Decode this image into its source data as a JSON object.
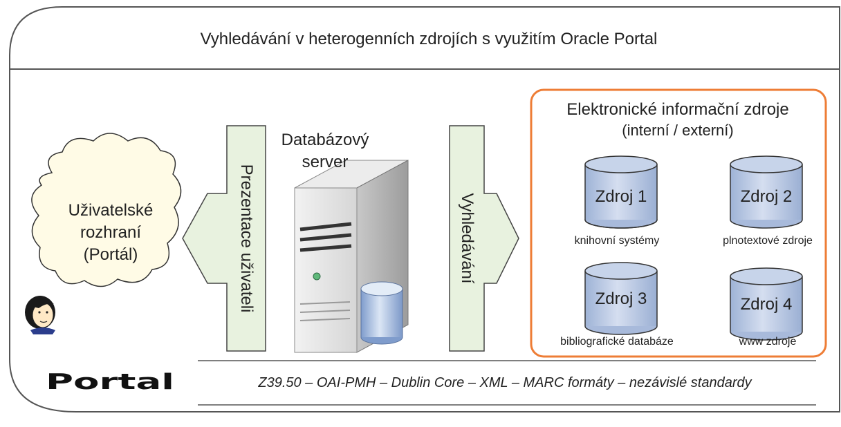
{
  "title": "Vyhledávání v heterogenních zdrojích s využitím Oracle Portal",
  "user_interface": {
    "line1": "Uživatelské",
    "line2": "rozhraní",
    "line3": "(Portál)"
  },
  "presentation_label": "Prezentace uživateli",
  "server_label": {
    "line1": "Databázový",
    "line2": "server"
  },
  "search_label": "Vyhledávání",
  "sources_panel": {
    "title": "Elektronické informační zdroje",
    "subtitle": "(interní / externí)"
  },
  "sources": [
    {
      "name": "Zdroj 1",
      "caption": "knihovní systémy"
    },
    {
      "name": "Zdroj 2",
      "caption": "plnotextové zdroje"
    },
    {
      "name": "Zdroj 3",
      "caption": "bibliografické databáze"
    },
    {
      "name": "Zdroj 4",
      "caption": "www zdroje"
    }
  ],
  "logo_text": "Portal",
  "standards": "Z39.50 – OAI-PMH – Dublin Core – XML – MARC formáty – nezávislé standardy",
  "colors": {
    "arrow_fill": "#e8f2df",
    "cylinder_fill": "#bccbe3",
    "panel_border": "#ee7d36",
    "frame": "#555555"
  }
}
